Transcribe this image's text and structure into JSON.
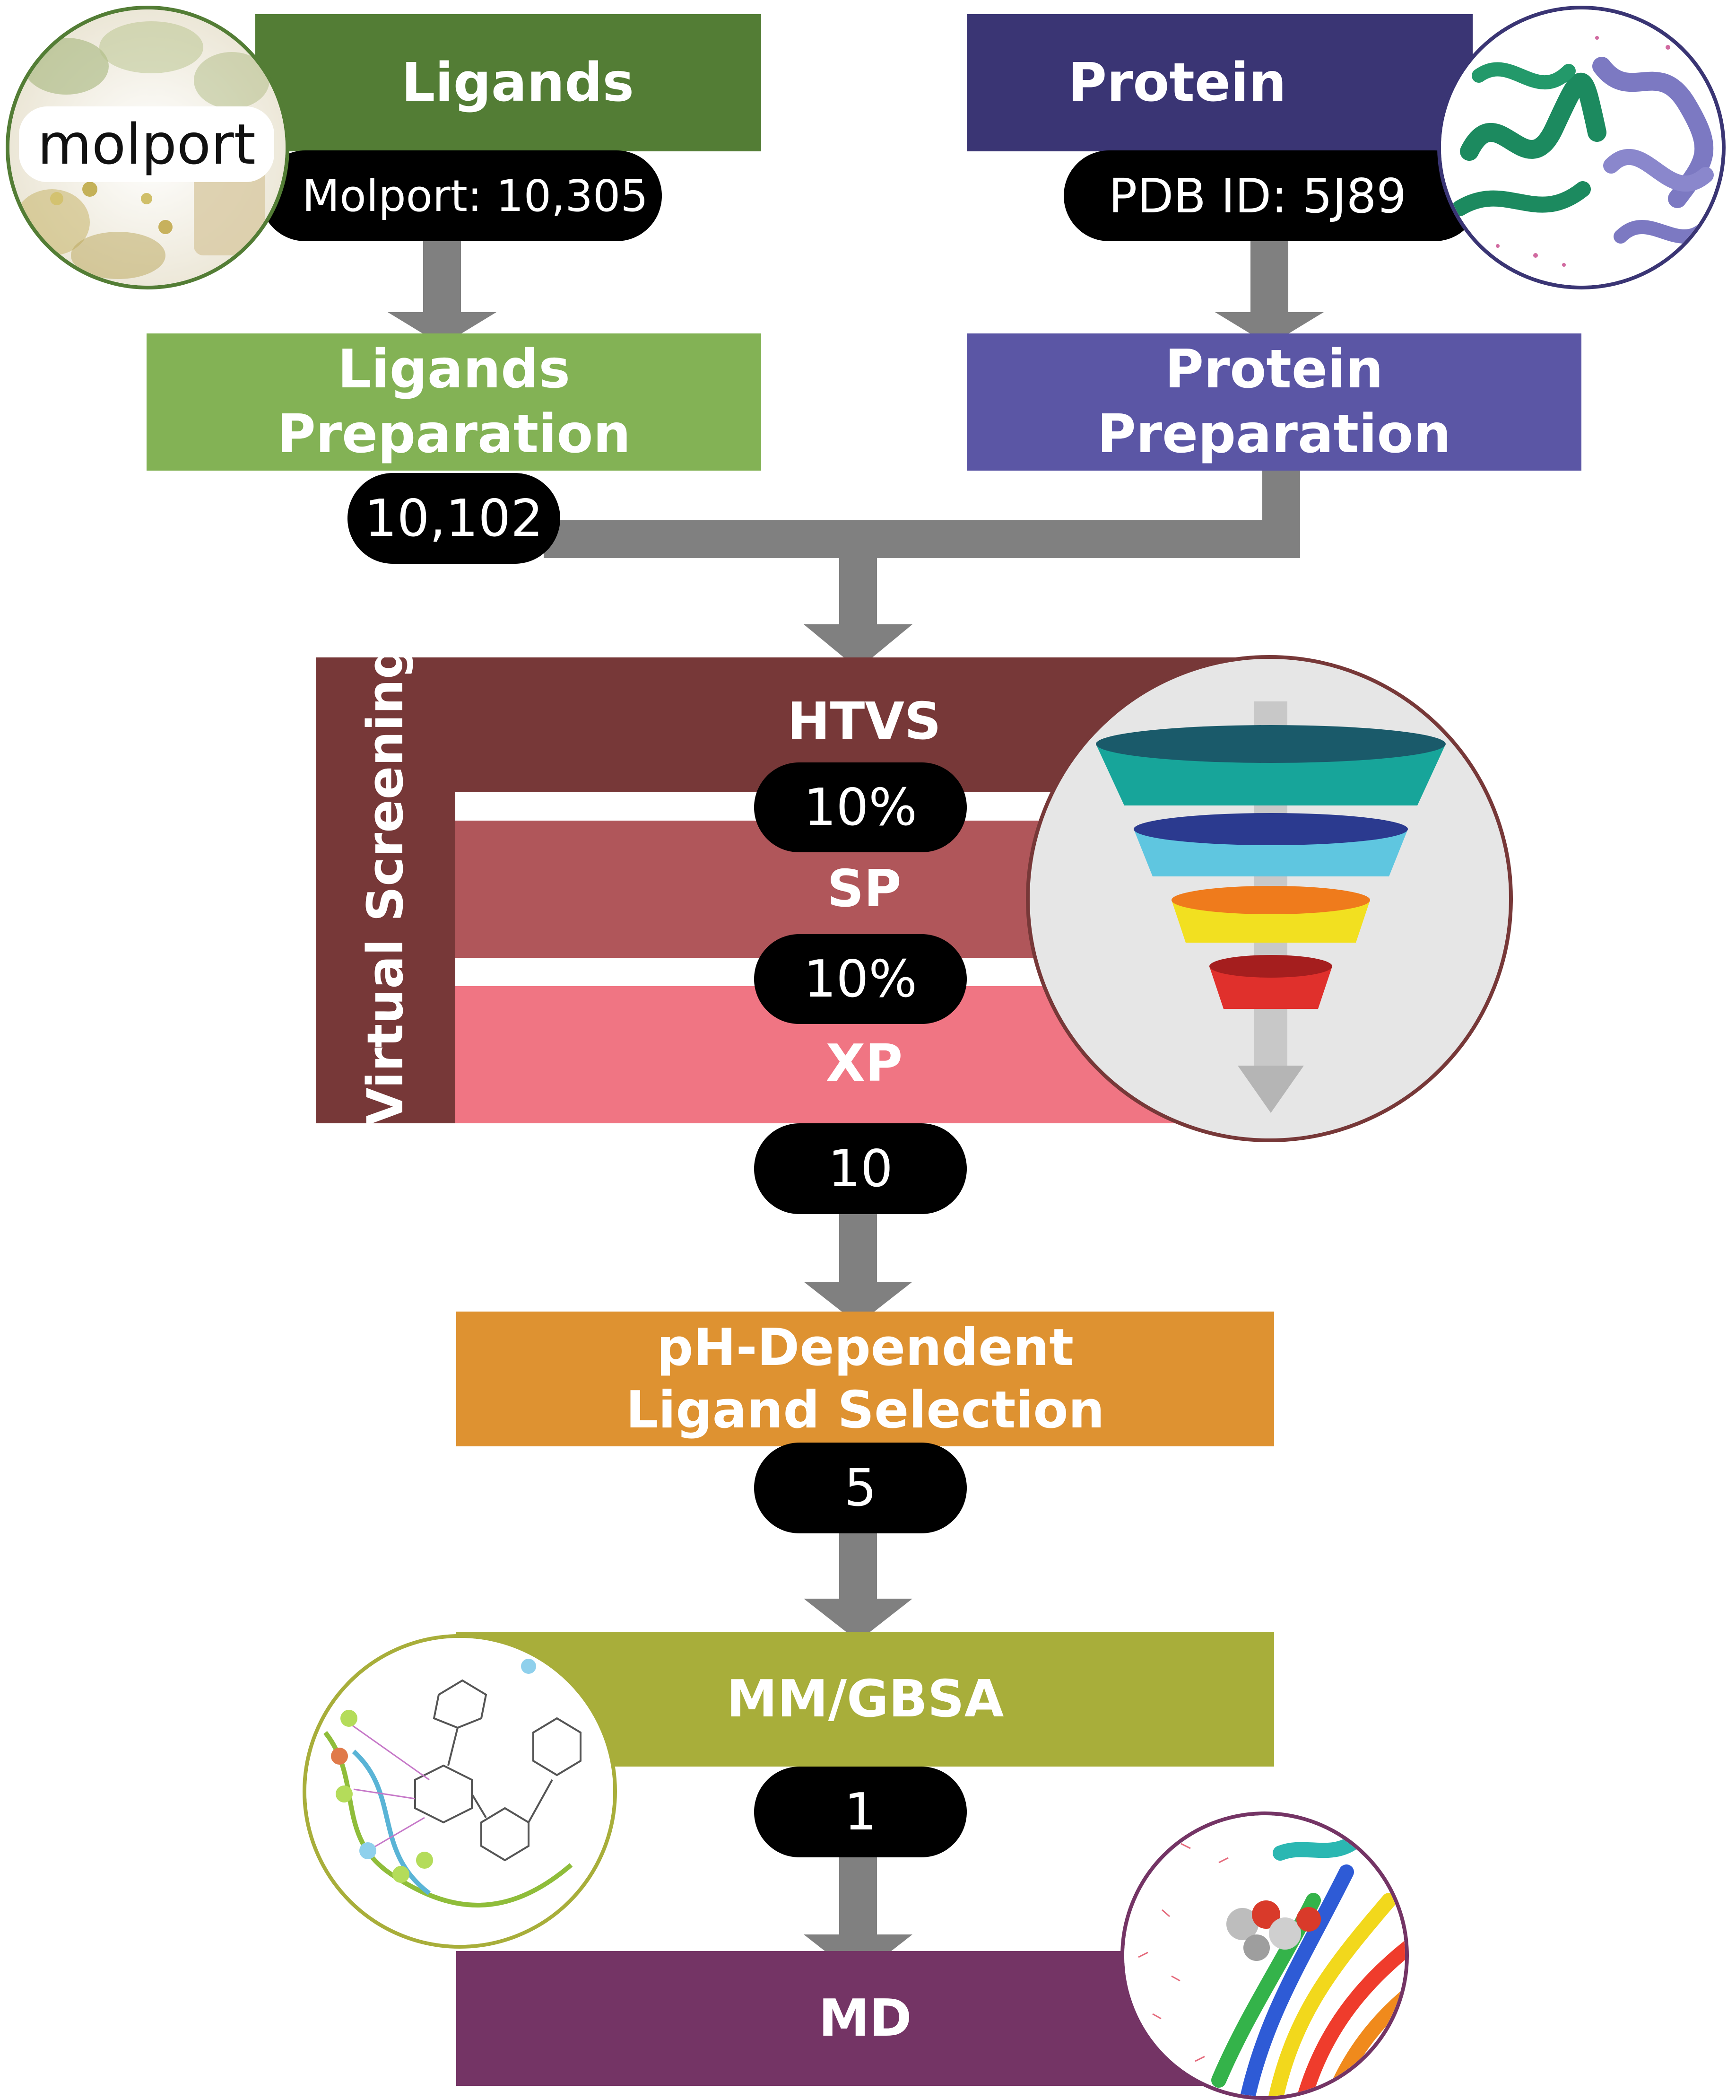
{
  "ligands": {
    "title": "Ligands",
    "count": "Molport: 10,305",
    "logo_text": "molport"
  },
  "protein": {
    "title": "Protein",
    "pdb": "PDB ID: 5J89"
  },
  "ligand_prep": {
    "title": "Ligands\nPreparation",
    "count": "10,102"
  },
  "protein_prep": {
    "title": "Protein\nPreparation"
  },
  "virtual_screening": {
    "label": "Virtual Screening",
    "stages": [
      {
        "name": "HTVS",
        "pass": "10%"
      },
      {
        "name": "SP",
        "pass": "10%"
      },
      {
        "name": "XP",
        "pass": "10"
      }
    ]
  },
  "ph_selection": {
    "title": "pH-Dependent\nLigand Selection",
    "count": "5"
  },
  "mmgbsa": {
    "title": "MM/GBSA",
    "count": "1"
  },
  "md": {
    "title": "MD"
  },
  "colors": {
    "ligands": "#537d35",
    "ligand_prep": "#83b255",
    "protein": "#3a3574",
    "protein_prep": "#5b56a5",
    "vs_side": "#773838",
    "htvs": "#773838",
    "sp": "#b0565a",
    "xp": "#f07583",
    "ph": "#de9231",
    "mmgbsa": "#a8ae3a",
    "md": "#743465",
    "arrow": "#808080"
  }
}
